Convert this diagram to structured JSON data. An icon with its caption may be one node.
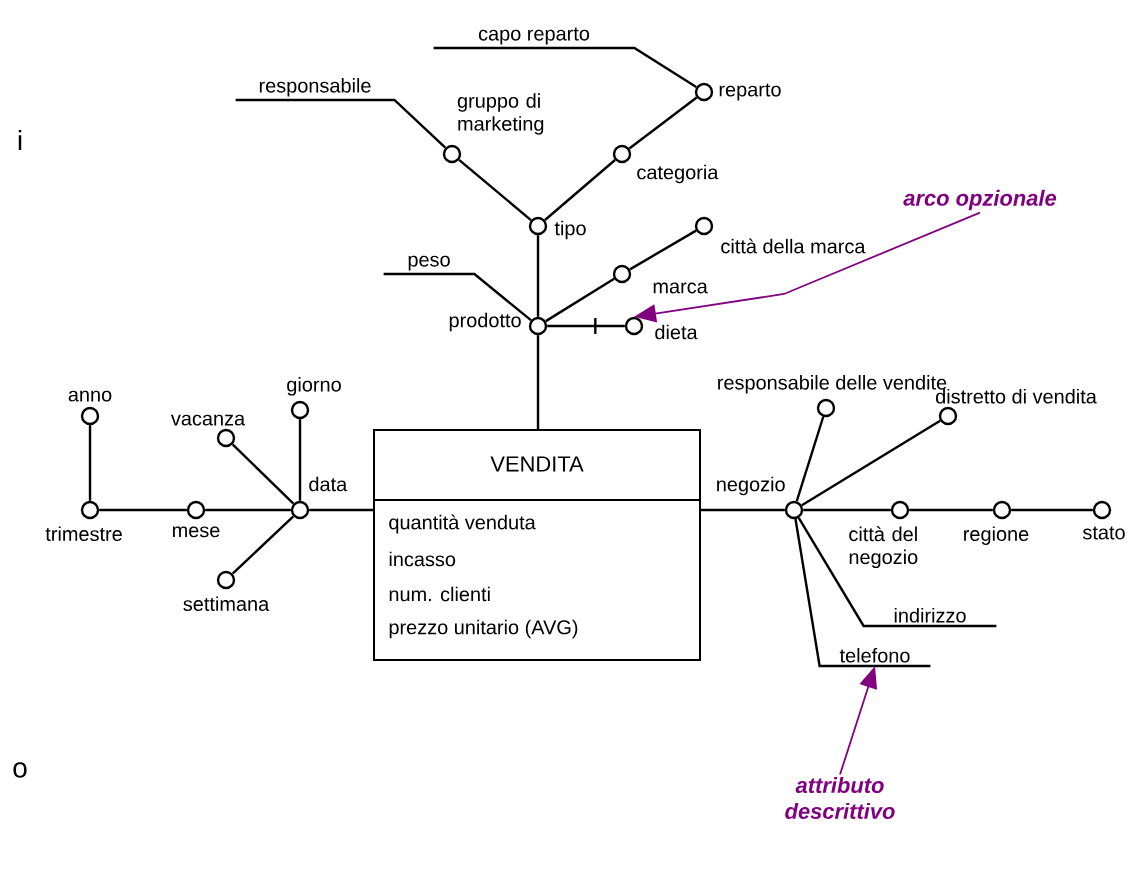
{
  "diagram": {
    "nodes": [
      {
        "text": [
          "capo reparto"
        ]
      },
      {
        "text": [
          "reparto"
        ]
      },
      {
        "text": [
          "responsabile"
        ]
      },
      {
        "text": [
          "gruppo di marketing"
        ]
      },
      {
        "text": [
          "categoria"
        ]
      },
      {
        "text": [
          "tipo"
        ]
      },
      {
        "text": [
          "città della marca"
        ]
      },
      {
        "text": [
          "marca"
        ]
      },
      {
        "text": [
          "peso"
        ]
      },
      {
        "text": [
          "prodotto"
        ]
      },
      {
        "text": [
          "dieta"
        ]
      },
      {
        "text": [
          "arco opzionale"
        ]
      },
      {
        "text": [
          "VENDITA",
          "quantità venduta",
          "incasso",
          "num. clienti",
          "prezzo unitario (AVG)"
        ]
      },
      {
        "text": [
          "anno"
        ]
      },
      {
        "text": [
          "giorno"
        ]
      },
      {
        "text": [
          "vacanza"
        ]
      },
      {
        "text": [
          "data"
        ]
      },
      {
        "text": [
          "trimestre"
        ]
      },
      {
        "text": [
          "mese"
        ]
      },
      {
        "text": [
          "settimana"
        ]
      },
      {
        "text": [
          "responsabile delle vendite"
        ]
      },
      {
        "text": [
          "distretto di vendita"
        ]
      },
      {
        "text": [
          "negozio"
        ]
      },
      {
        "text": [
          "città del negozio"
        ]
      },
      {
        "text": [
          "regione"
        ]
      },
      {
        "text": [
          "stato"
        ]
      },
      {
        "text": [
          "indirizzo"
        ]
      },
      {
        "text": [
          "telefono"
        ]
      },
      {
        "text": [
          "attributo descrittivo"
        ]
      }
    ],
    "edges": [
      {
        "from": 1,
        "to": 0,
        "arrow": "none"
      },
      {
        "from": 4,
        "to": 1,
        "arrow": "none"
      },
      {
        "from": 3,
        "to": 2,
        "arrow": "none"
      },
      {
        "from": 5,
        "to": 3,
        "arrow": "none"
      },
      {
        "from": 5,
        "to": 4,
        "arrow": "none"
      },
      {
        "from": 9,
        "to": 5,
        "arrow": "none"
      },
      {
        "from": 9,
        "to": 8,
        "arrow": "none"
      },
      {
        "from": 9,
        "to": 7,
        "arrow": "none"
      },
      {
        "from": 7,
        "to": 6,
        "arrow": "none"
      },
      {
        "from": 9,
        "to": 10,
        "arrow": "none"
      },
      {
        "from": 12,
        "to": 9,
        "arrow": "none"
      },
      {
        "from": 12,
        "to": 16,
        "arrow": "none"
      },
      {
        "from": 16,
        "to": 14,
        "arrow": "none"
      },
      {
        "from": 16,
        "to": 15,
        "arrow": "none"
      },
      {
        "from": 16,
        "to": 18,
        "arrow": "none"
      },
      {
        "from": 18,
        "to": 17,
        "arrow": "none"
      },
      {
        "from": 17,
        "to": 13,
        "arrow": "none"
      },
      {
        "from": 16,
        "to": 19,
        "arrow": "none"
      },
      {
        "from": 12,
        "to": 22,
        "arrow": "none"
      },
      {
        "from": 22,
        "to": 20,
        "arrow": "none"
      },
      {
        "from": 22,
        "to": 21,
        "arrow": "none"
      },
      {
        "from": 22,
        "to": 23,
        "arrow": "none"
      },
      {
        "from": 23,
        "to": 24,
        "arrow": "none"
      },
      {
        "from": 24,
        "to": 25,
        "arrow": "none"
      },
      {
        "from": 22,
        "to": 26,
        "arrow": "none"
      },
      {
        "from": 22,
        "to": 27,
        "arrow": "none"
      },
      {
        "from": 11,
        "to": 10,
        "arrow": "to",
        "color": "#800080"
      },
      {
        "from": 28,
        "to": 27,
        "arrow": "to",
        "color": "#800080"
      }
    ],
    "labels": [
      "i",
      "o"
    ]
  }
}
